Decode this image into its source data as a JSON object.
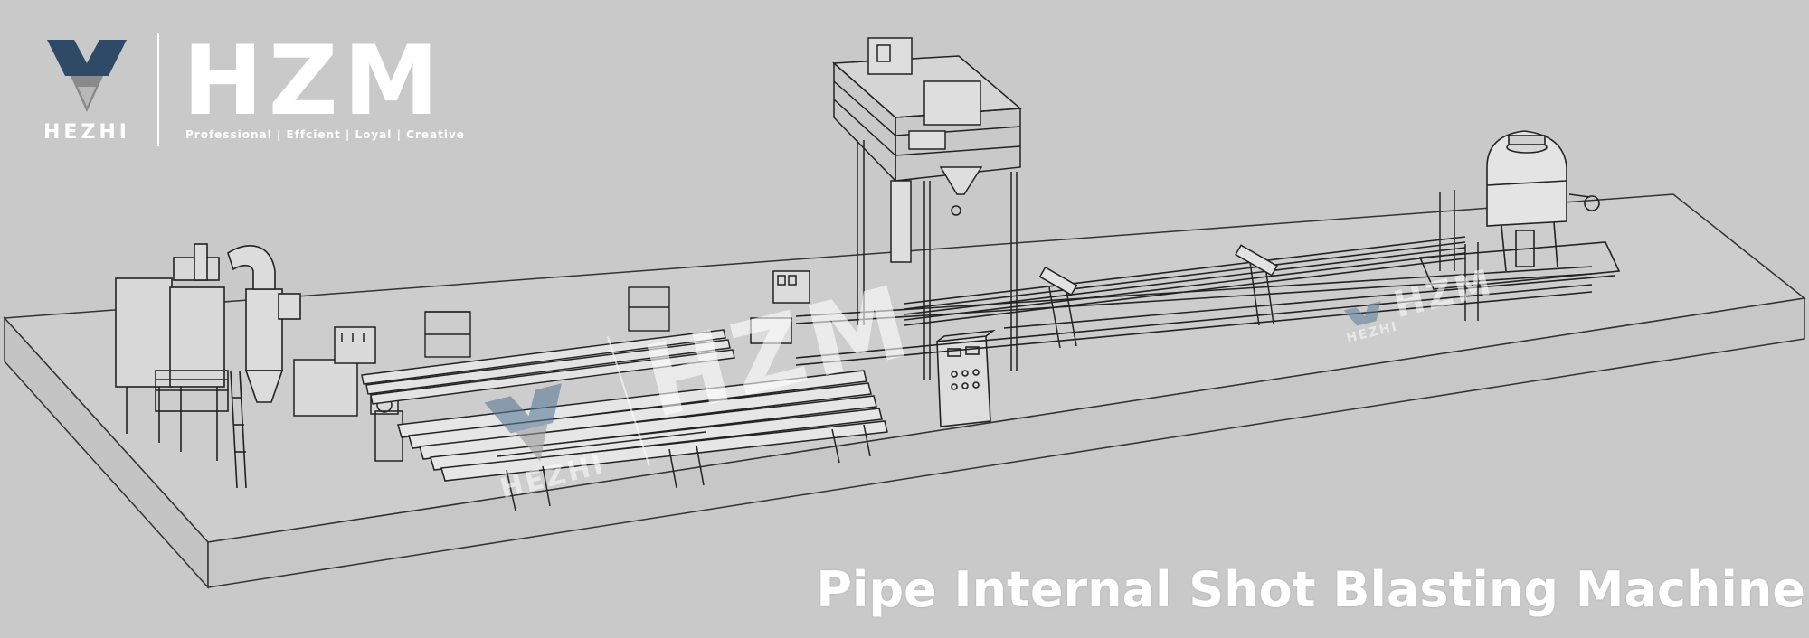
{
  "brand": {
    "name": "HEZHI",
    "logo_text": "HZM",
    "tagline": "Professional | Effcient | Loyal | Creative",
    "logo_color": "#2e4a66"
  },
  "caption": "Pipe Internal Shot Blasting Machine",
  "watermark": {
    "name": "HEZHI",
    "logo_text": "HZM"
  }
}
